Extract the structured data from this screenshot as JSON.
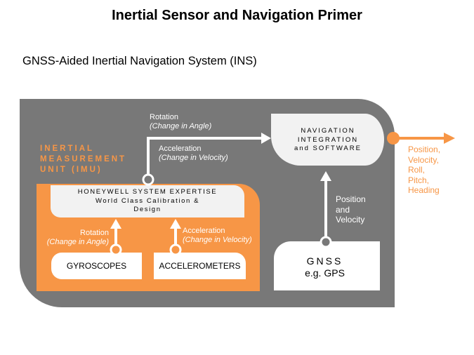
{
  "title": "Inertial Sensor and Navigation Primer",
  "subtitle": "GNSS-Aided Inertial Navigation System (INS)",
  "colors": {
    "gray": "#787878",
    "orange": "#F79646",
    "light_box": "#F2F2F2",
    "white": "#FFFFFF"
  },
  "imu": {
    "line1": "INERTIAL",
    "line2": "MEASUREMENT",
    "line3": "UNIT (IMU)"
  },
  "honeywell": {
    "line1": "HONEYWELL SYSTEM EXPERTISE",
    "line2": "World Class Calibration &",
    "line3": "Design"
  },
  "gyroscopes": "GYROSCOPES",
  "accelerometers": "ACCELEROMETERS",
  "gyro_arrow": {
    "label": "Rotation",
    "sub": "(Change in Angle)"
  },
  "accel_arrow": {
    "label": "Acceleration",
    "sub": "(Change in Velocity)"
  },
  "top_rotation": {
    "label": "Rotation",
    "sub": "(Change in Angle)"
  },
  "top_acceleration": {
    "label": "Acceleration",
    "sub": "(Change in Velocity)"
  },
  "nav": {
    "line1": "NAVIGATION",
    "line2": "INTEGRATION",
    "line3": "and SOFTWARE"
  },
  "gnss": {
    "line1": "GNSS",
    "line2": "e.g. GPS"
  },
  "gnss_arrow": {
    "line1": "Position",
    "line2": "and",
    "line3": "Velocity"
  },
  "outputs": [
    "Position,",
    "Velocity,",
    "Roll,",
    "Pitch,",
    "Heading"
  ]
}
